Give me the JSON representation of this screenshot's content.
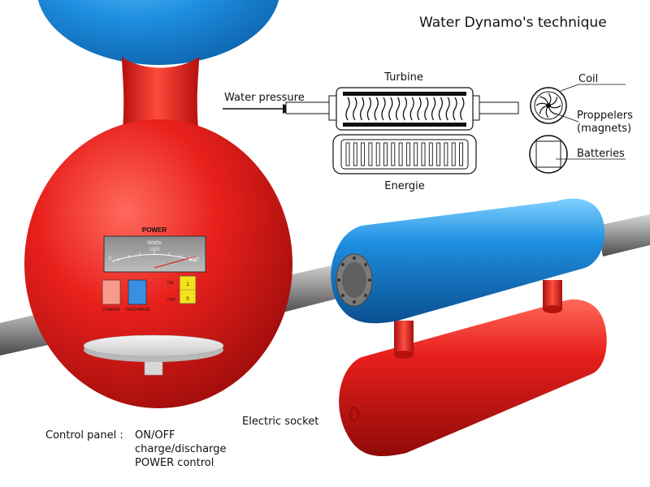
{
  "title": "Water Dynamo's technique",
  "schematic": {
    "water_pressure": "Water pressure",
    "turbine": "Turbine",
    "energie": "Energie",
    "coil": "Coil",
    "propellers_line1": "Proppelers",
    "propellers_line2": "(magnets)",
    "batteries": "Batteries"
  },
  "panel": {
    "heading": "POWER",
    "unit": "Watts",
    "scale_min": "0",
    "scale_mid": "1000",
    "scale_max": "2000",
    "charge": "CHARGE",
    "discharge": "DISCHARGE",
    "on": "ON",
    "off": "OFF",
    "switch_on": "1",
    "switch_off": "0"
  },
  "captions": {
    "electric_socket": "Electric socket",
    "control_panel": "Control panel :",
    "features": [
      "ON/OFF",
      "charge/discharge",
      "POWER control"
    ]
  },
  "colors": {
    "red": "#e8201c",
    "blue": "#1e8fe0",
    "pipe": "#9a9a9a",
    "switch": "#f4e21a",
    "charge_btn": "#f79b8a",
    "discharge_btn": "#3b8fe0"
  }
}
